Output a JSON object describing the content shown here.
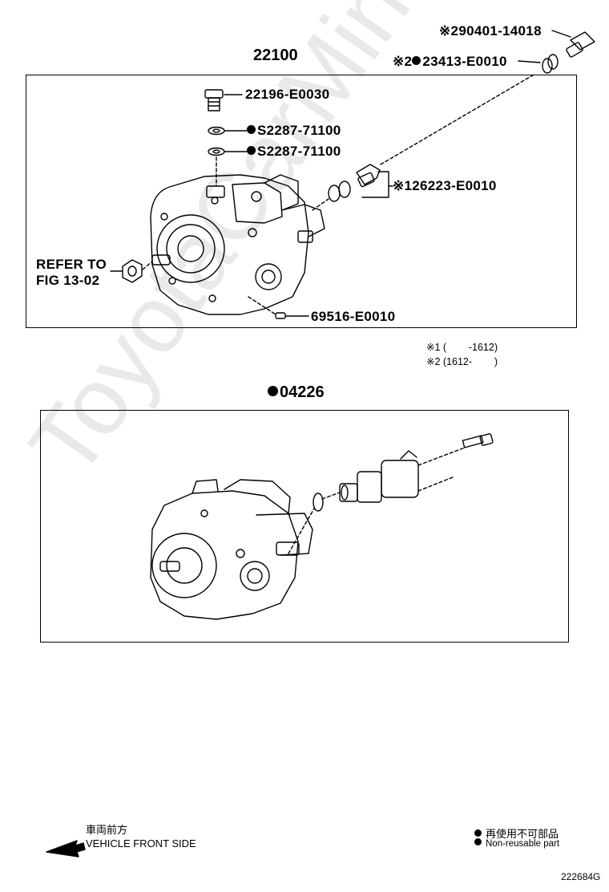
{
  "watermark": "ToyotaCarMine.ru",
  "top_group": {
    "label": "22100",
    "parts": {
      "bolt": "22196-E0030",
      "gasket_a": "S2287-71100",
      "gasket_b": "S2287-71100",
      "union": "※126223-E0010",
      "pin": "69516-E0010",
      "hose_union_mark": "※2",
      "hose_union": "23413-E0010",
      "bolt_top_mark": "※2",
      "bolt_top": "90401-14018"
    },
    "refer": [
      "REFER TO",
      "FIG 13-02"
    ],
    "notes": [
      "※1 (        -1612)",
      "※2 (1612-        )"
    ]
  },
  "bottom_group": {
    "label": "04226"
  },
  "footer": {
    "direction_jp": "車両前方",
    "direction_en": "VEHICLE FRONT SIDE",
    "legend_jp": "再使用不可部品",
    "legend_en": "Non-reusable part",
    "figure_id": "222684G"
  }
}
